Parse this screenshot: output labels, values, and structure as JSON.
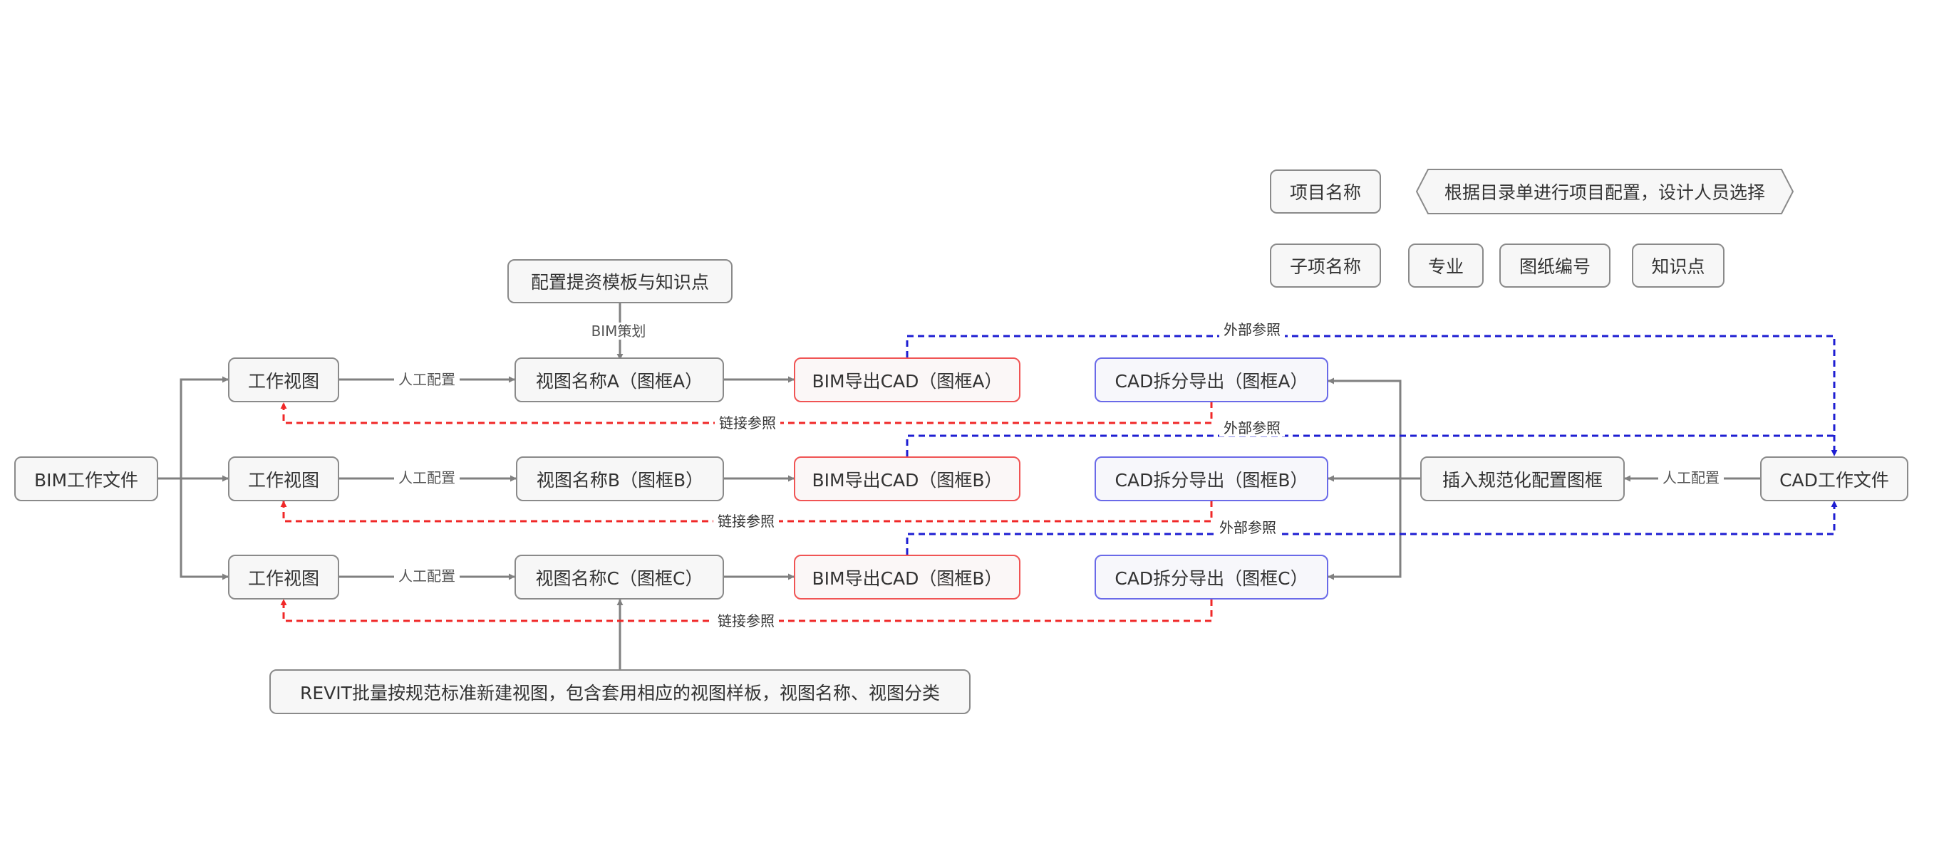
{
  "nodes": {
    "bim_file": "BIM工作文件",
    "work_view_a": "工作视图",
    "work_view_b": "工作视图",
    "work_view_c": "工作视图",
    "view_name_a": "视图名称A（图框A）",
    "view_name_b": "视图名称B（图框B）",
    "view_name_c": "视图名称C（图框C）",
    "bim_export_a": "BIM导出CAD（图框A）",
    "bim_export_b": "BIM导出CAD（图框B）",
    "bim_export_c": "BIM导出CAD（图框B）",
    "cad_split_a": "CAD拆分导出（图框A）",
    "cad_split_b": "CAD拆分导出（图框B）",
    "cad_split_c": "CAD拆分导出（图框C）",
    "insert_frame": "插入规范化配置图框",
    "cad_file": "CAD工作文件",
    "config_template": "配置提资模板与知识点",
    "revit_batch": "REVIT批量按规范标准新建视图，包含套用相应的视图样板，视图名称、视图分类"
  },
  "legend": {
    "project_name": "项目名称",
    "config_note": "根据目录单进行项目配置，设计人员选择",
    "subitem_name": "子项名称",
    "discipline": "专业",
    "drawing_number": "图纸编号",
    "knowledge": "知识点"
  },
  "labels": {
    "bim_plan": "BIM策划",
    "manual_a": "人工配置",
    "manual_b": "人工配置",
    "manual_c": "人工配置",
    "manual_cad": "人工配置",
    "xref_a": "外部参照",
    "xref_b": "外部参照",
    "xref_c": "外部参照",
    "link_a": "链接参照",
    "link_b": "链接参照",
    "link_c": "链接参照"
  },
  "colors": {
    "box_border": "#8a8a8a",
    "arrow_gray": "#808080",
    "red": "#f02828",
    "blue": "#1e1ed2",
    "red_border": "#f05454",
    "blue_border": "#6a6ae8"
  }
}
